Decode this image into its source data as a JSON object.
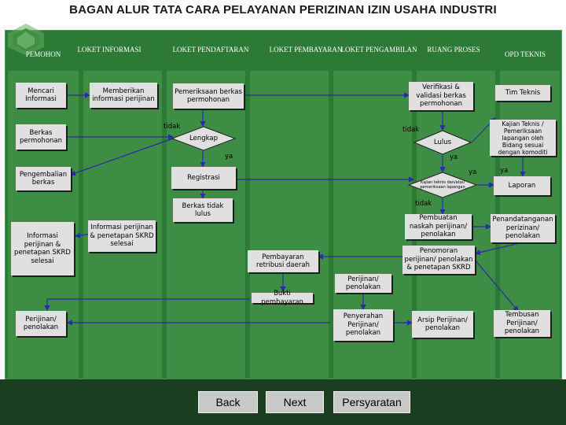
{
  "title": "BAGAN ALUR TATA CARA PELAYANAN PERIZINAN IZIN USAHA INDUSTRI",
  "columns": [
    {
      "label": "PEMOHON"
    },
    {
      "label": "LOKET INFORMASI"
    },
    {
      "label": "LOKET PENDAFTARAN"
    },
    {
      "label": "LOKET PEMBAYARAN"
    },
    {
      "label": "LOKET PENGAMBILAN"
    },
    {
      "label": "RUANG PROSES"
    },
    {
      "label": "OPD TEKNIS"
    }
  ],
  "boxes": {
    "mencari_informasi": "Mencari Informasi",
    "berkas_permohonan": "Berkas permohonan",
    "pengembalian_berkas": "Pengembalian berkas",
    "informasi_perijinan_selesai": "Informasi perijinan & penetapan SKRD selesai",
    "perijinan_penolakan_pemohon": "Perijinan/ penolakan",
    "memberikan_informasi": "Memberikan informasi perijinan",
    "informasi_perijinan_skrd": "Informasi perijinan & penetapan SKRD selesai",
    "pemeriksaan_berkas": "Pemeriksaan berkas permohonan",
    "registrasi": "Registrasi",
    "berkas_tidak_lulus": "Berkas tidak lulus",
    "pembayaran_retribusi": "Pembayaran retribusi daerah",
    "bukti_pembayaran": "Bukti pembayaran",
    "perijinan_penolakan_pembayaran": "Perijinan/ penolakan",
    "penyerahan": "Penyerahan Perijinan/ penolakan",
    "verifikasi": "Verifikasi & validasi berkas permohonan",
    "pembuatan_naskah": "Pembuatan naskah perijinan/ penolakan",
    "penomoran": "Penomoran perijinan/ penolakan & penetapan SKRD",
    "arsip": "Arsip Perijinan/ penolakan",
    "tim_teknis": "Tim Teknis",
    "kajian_teknis": "Kajian Teknis / Pemeriksaan lapangan oleh Bidang sesuai dengan komoditi",
    "laporan": "Laporan",
    "penandatanganan": "Penandatanganan perizinan/ penolakan",
    "tembusan": "Tembusan Perijinan/ penolakan"
  },
  "decisions": {
    "lengkap": "Lengkap",
    "lulus": "Lulus",
    "kajian_dan_verifikasi": "Kajian teknis dan/atau pemeriksaan lapangan"
  },
  "labels": {
    "tidak_1": "tidak",
    "tidak_2": "tidak",
    "tidak_3": "tidak",
    "ya_1": "ya",
    "ya_2": "ya",
    "ya_3": "ya",
    "ya_4": "ya"
  },
  "nav": {
    "back": "Back",
    "next": "Next",
    "persyaratan": "Persyaratan"
  },
  "colors": {
    "background": "#2d7a36",
    "column": "#3e8d45",
    "box": "#e0e0e0",
    "connector": "#2b2baa",
    "footer": "#1b3d20"
  }
}
